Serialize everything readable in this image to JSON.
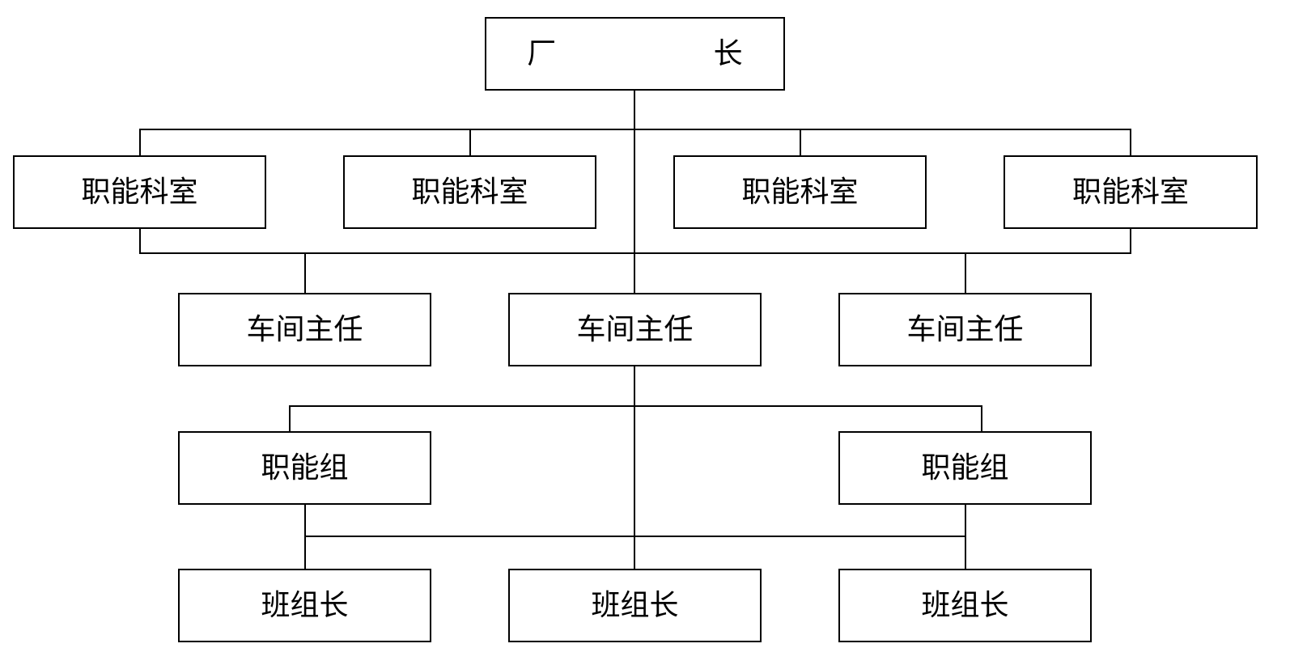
{
  "org_chart": {
    "director": "厂　长",
    "departments": [
      "职能科室",
      "职能科室",
      "职能科室",
      "职能科室"
    ],
    "workshop_heads": [
      "车间主任",
      "车间主任",
      "车间主任"
    ],
    "functional_groups": [
      "职能组",
      "职能组"
    ],
    "team_leaders": [
      "班组长",
      "班组长",
      "班组长"
    ]
  },
  "colors": {
    "line": "#000000",
    "box_border": "#000000",
    "background": "#ffffff"
  }
}
